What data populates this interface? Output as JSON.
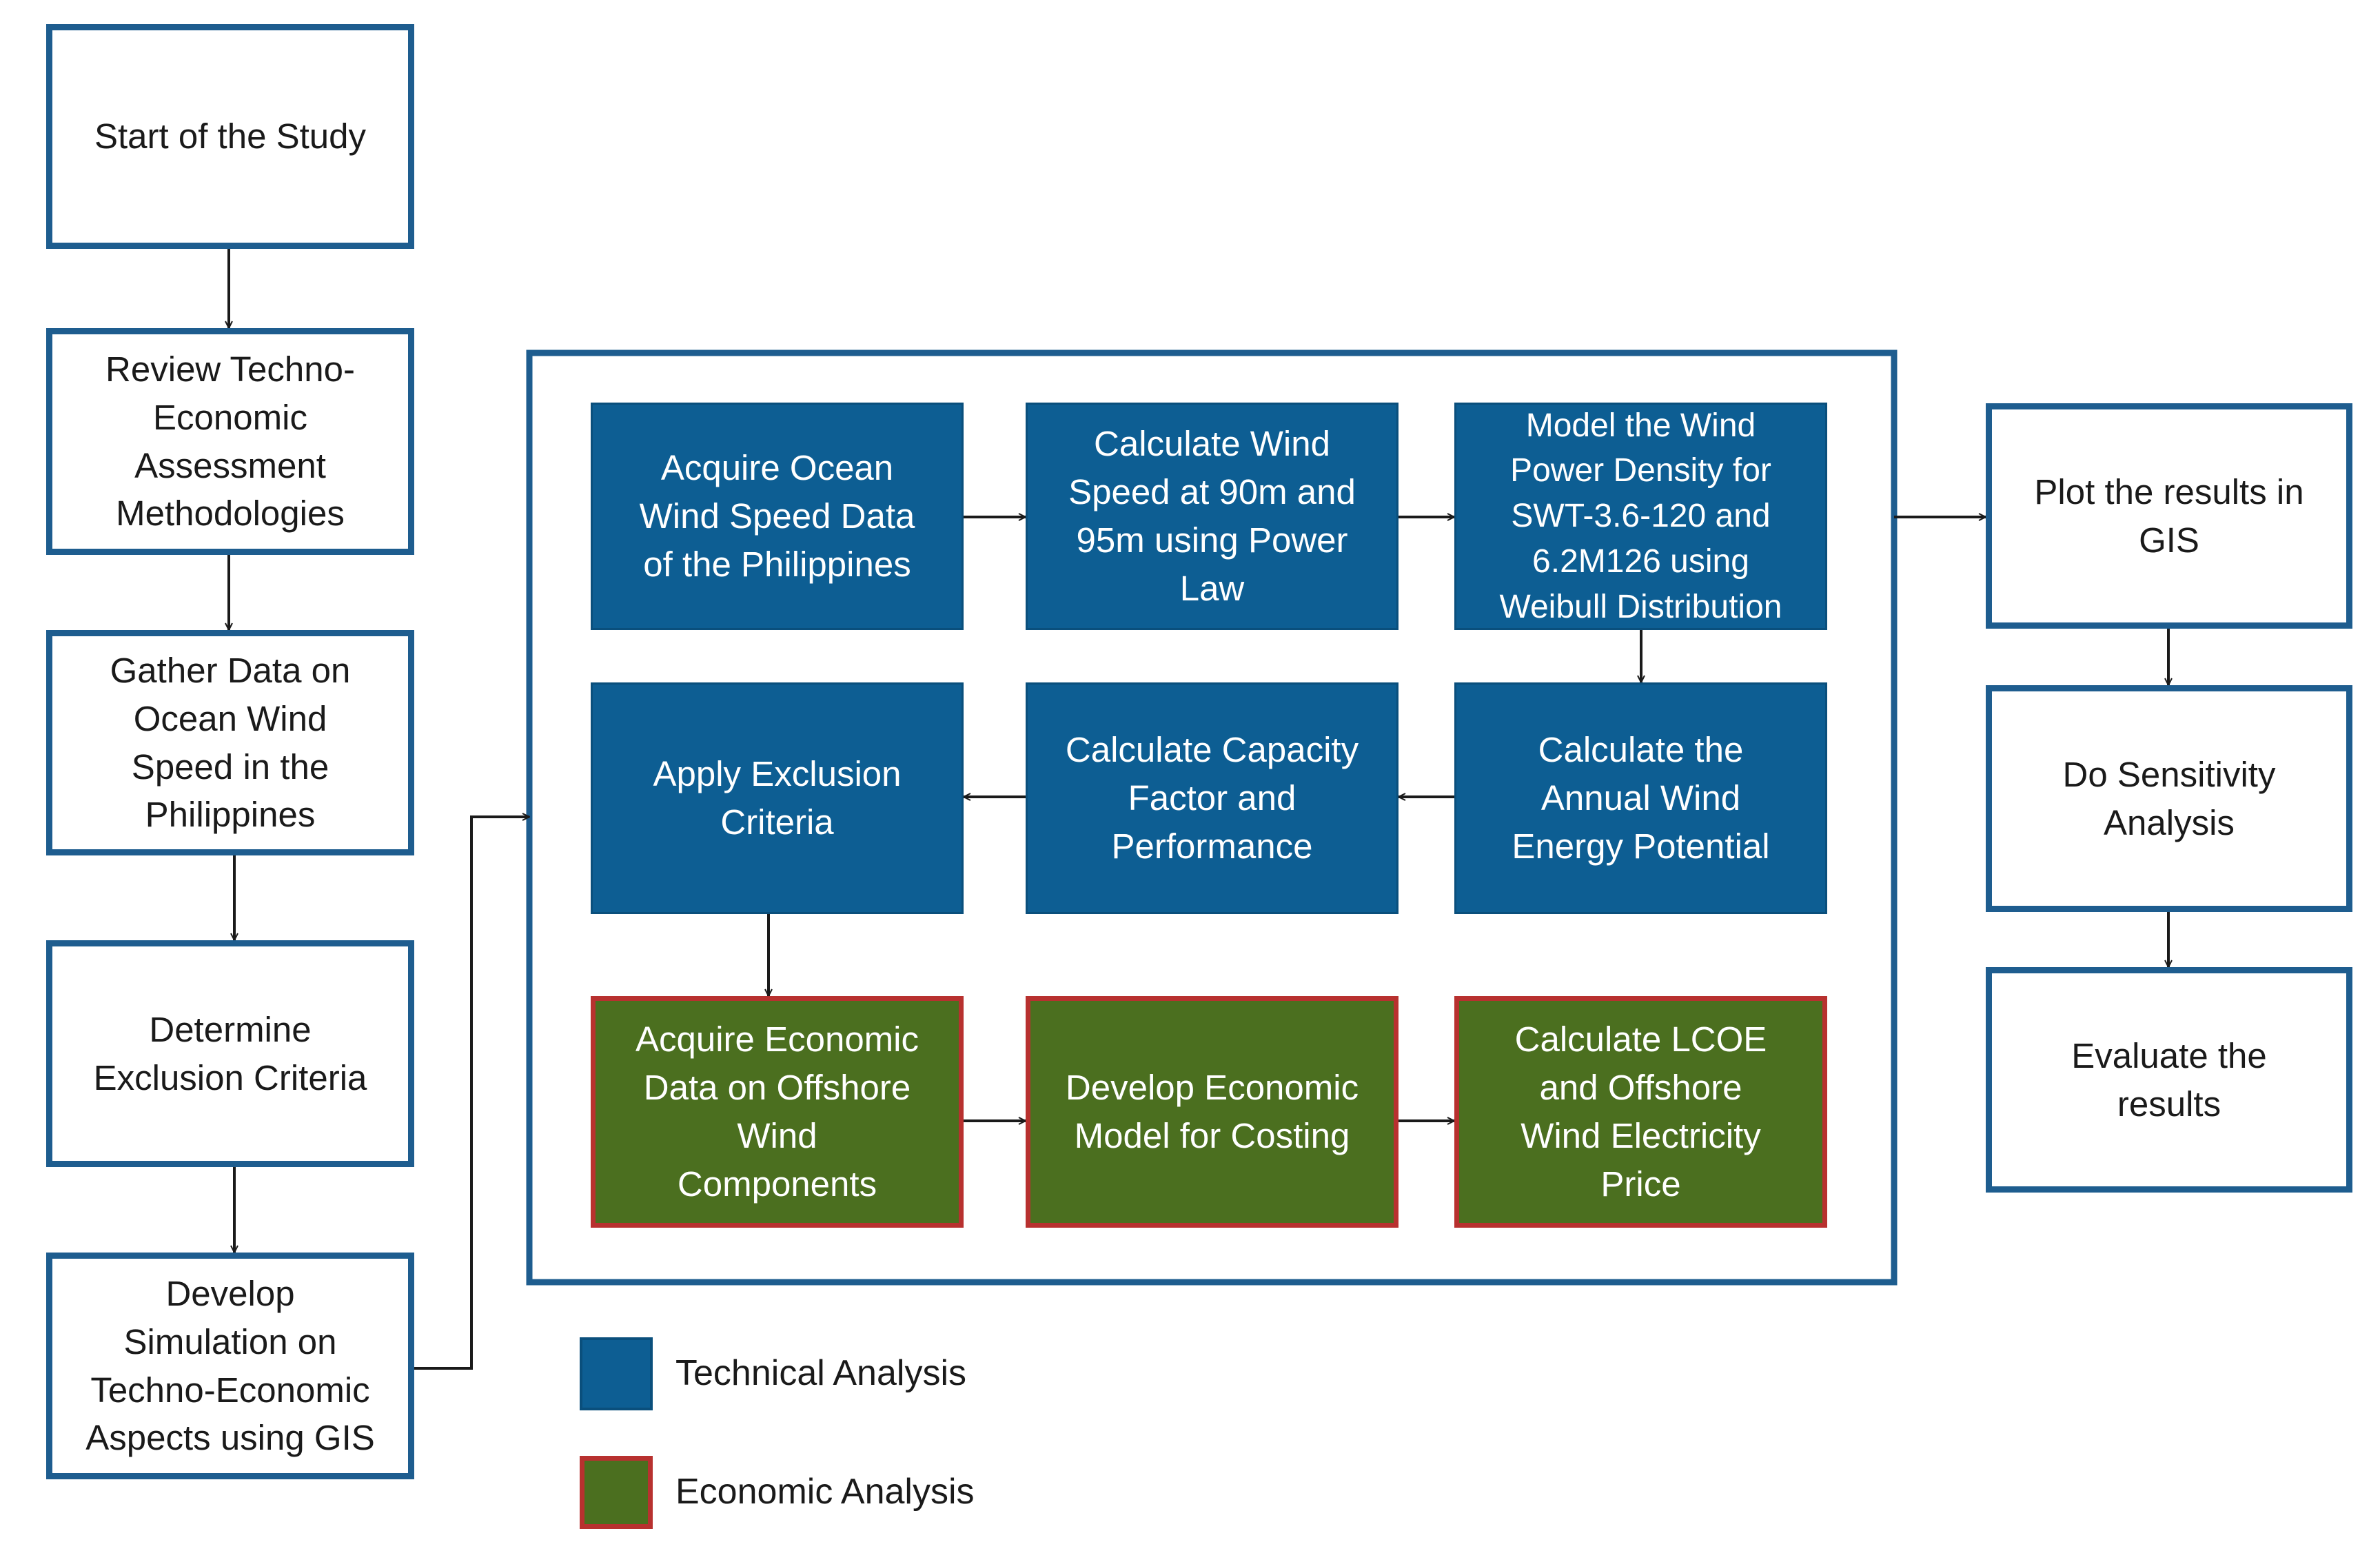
{
  "left_column": [
    {
      "id": "start",
      "label": "Start of the Study"
    },
    {
      "id": "review",
      "label": "Review Techno-\nEconomic\nAssessment\nMethodologies"
    },
    {
      "id": "gather",
      "label": "Gather Data on\nOcean Wind\nSpeed in the\nPhilippines"
    },
    {
      "id": "determine",
      "label": "Determine\nExclusion Criteria"
    },
    {
      "id": "develop-sim",
      "label": "Develop\nSimulation on\nTechno-Economic\nAspects using GIS"
    }
  ],
  "technical_steps": [
    {
      "id": "acquire-wind",
      "label": "Acquire Ocean\nWind Speed Data\nof the Philippines"
    },
    {
      "id": "calc-wind-speed",
      "label": "Calculate Wind\nSpeed at 90m and\n95m using Power\nLaw"
    },
    {
      "id": "model-power-density",
      "label": "Model the Wind\nPower Density for\nSWT-3.6-120 and\n6.2M126 using\nWeibull Distribution"
    },
    {
      "id": "apply-exclusion",
      "label": "Apply Exclusion\nCriteria"
    },
    {
      "id": "calc-capacity",
      "label": "Calculate Capacity\nFactor and\nPerformance"
    },
    {
      "id": "calc-annual-energy",
      "label": "Calculate the\nAnnual Wind\nEnergy Potential"
    }
  ],
  "economic_steps": [
    {
      "id": "acquire-econ",
      "label": "Acquire Economic\nData on Offshore\nWind\nComponents"
    },
    {
      "id": "develop-econ-model",
      "label": "Develop Economic\nModel for Costing"
    },
    {
      "id": "calc-lcoe",
      "label": "Calculate LCOE\nand Offshore\nWind Electricity\nPrice"
    }
  ],
  "right_column": [
    {
      "id": "plot-gis",
      "label": "Plot the results in\nGIS"
    },
    {
      "id": "sensitivity",
      "label": "Do Sensitivity\nAnalysis"
    },
    {
      "id": "evaluate",
      "label": "Evaluate the\nresults"
    }
  ],
  "legend": [
    {
      "label": "Technical Analysis",
      "fill": "#0d5e93",
      "border": "#0a4f7c"
    },
    {
      "label": "Economic Analysis",
      "fill": "#4b6f1f",
      "border": "#b8312f"
    }
  ],
  "colors": {
    "outline_border": "#1e5d8f",
    "technical_fill": "#0d5e93",
    "economic_fill": "#4b6f1f",
    "economic_border": "#b8312f",
    "arrow": "#1a1a1a"
  }
}
